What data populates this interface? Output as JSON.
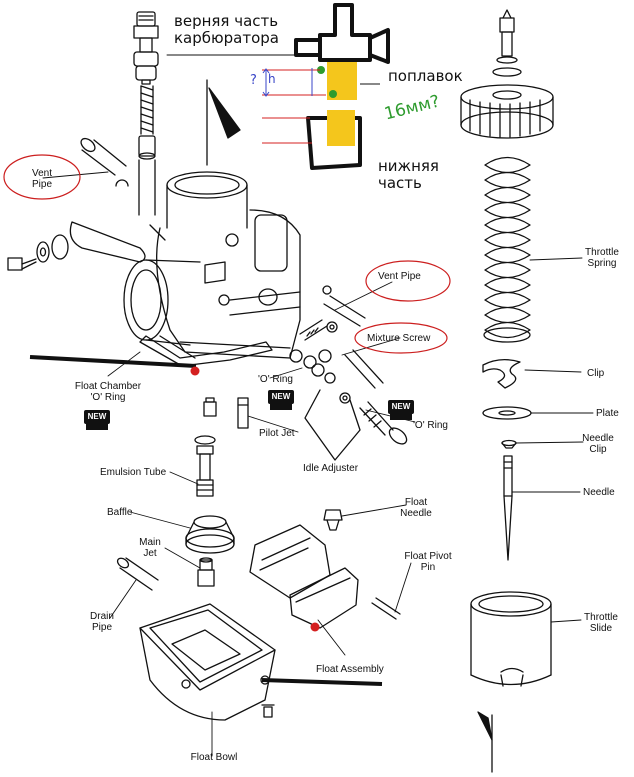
{
  "colors": {
    "line": "#111111",
    "red_marker": "#d42020",
    "float_yellow": "#f4c61c",
    "blue_mark": "#3a46c8",
    "green_note": "#2e9b2e",
    "red_circle": "#cc1f1f"
  },
  "annotations_ru": {
    "top_part": "верняя часть\nкарбюратора",
    "float": "поплавок",
    "size_note": "16мм?",
    "bottom_part": "нижняя\nчасть",
    "h_mark": "h",
    "q_mark": "?"
  },
  "labels": {
    "vent_pipe_left": "Vent\nPipe",
    "vent_pipe_right": "Vent Pipe",
    "mixture_screw": "Mixture Screw",
    "float_chamber_o_ring": "Float Chamber\n'O' Ring",
    "o_ring_left": "'O' Ring",
    "o_ring_right": "'O' Ring",
    "pilot_jet": "Pilot Jet",
    "idle_adjuster": "Idle Adjuster",
    "emulsion_tube": "Emulsion Tube",
    "baffle": "Baffle",
    "main_jet": "Main\nJet",
    "drain_pipe": "Drain\nPipe",
    "float_bowl": "Float Bowl",
    "float_assembly": "Float Assembly",
    "float_needle": "Float\nNeedle",
    "float_pivot_pin": "Float Pivot\nPin",
    "throttle_spring": "Throttle\nSpring",
    "clip": "Clip",
    "plate": "Plate",
    "needle_clip": "Needle\nClip",
    "needle": "Needle",
    "throttle_slide": "Throttle\nSlide"
  },
  "new_badge": "NEW"
}
